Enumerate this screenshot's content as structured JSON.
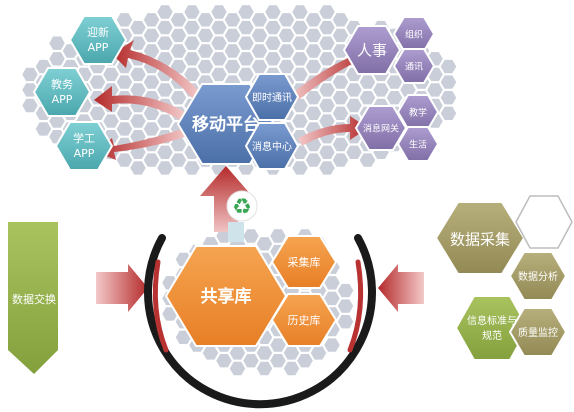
{
  "mobile": {
    "center": "移动平台",
    "im": "即时通讯",
    "msg_center": "消息中心",
    "app_welcome": [
      "迎新",
      "APP"
    ],
    "app_academic": [
      "教务",
      "APP"
    ],
    "app_student": [
      "学工",
      "APP"
    ],
    "hr": "人事",
    "org": "组织",
    "notice": "通讯",
    "msg_gateway": "消息网关",
    "teaching": "教学",
    "life": "生活"
  },
  "shared": {
    "center": "共享库",
    "collect": "采集库",
    "history": "历史库"
  },
  "left_panel": {
    "label": "数据交换"
  },
  "right_panel": {
    "collect": "数据采集",
    "analysis": "数据分析",
    "standard": [
      "信息标准与",
      "规范"
    ],
    "quality": "质量监控"
  },
  "colors": {
    "mobile_blue": "#5b7fb8",
    "teal": "#5fbcc0",
    "purple": "#9583b8",
    "orange": "#f0923b",
    "olive_green": "#97b24e",
    "olive_gray": "#a59c68",
    "arrow_red": "#b83232",
    "hex_bg": "#c9ced8"
  },
  "icons": {
    "recycle": "recycle-icon"
  }
}
